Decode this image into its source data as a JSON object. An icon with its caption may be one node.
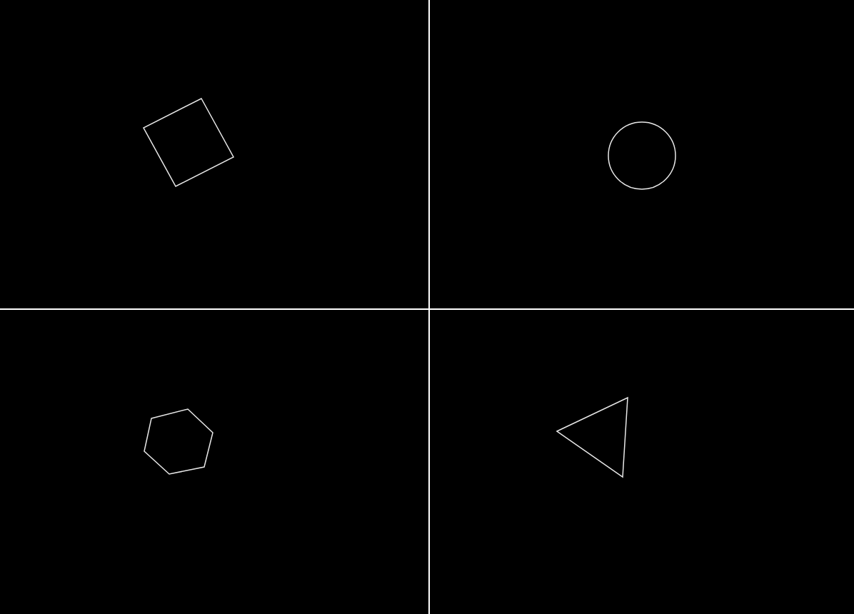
{
  "diagram": {
    "nodes": [
      {
        "text": [],
        "shape": "square"
      },
      {
        "text": [],
        "shape": "circle"
      },
      {
        "text": [],
        "shape": "hexagon"
      },
      {
        "text": [],
        "shape": "triangle"
      }
    ]
  }
}
